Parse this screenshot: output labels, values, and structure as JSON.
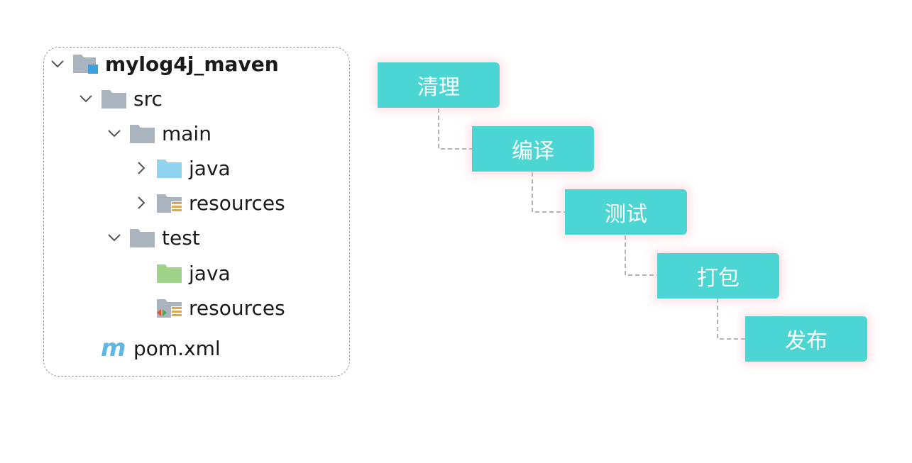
{
  "tree": {
    "root": {
      "label": "mylog4j_maven",
      "icon": "module-folder-icon"
    },
    "items": [
      {
        "label": "src",
        "icon": "folder-icon"
      },
      {
        "label": "main",
        "icon": "folder-icon"
      },
      {
        "label": "java",
        "icon": "source-folder-icon"
      },
      {
        "label": "resources",
        "icon": "resources-folder-icon"
      },
      {
        "label": "test",
        "icon": "folder-icon"
      },
      {
        "label": "java",
        "icon": "test-source-folder-icon"
      },
      {
        "label": "resources",
        "icon": "test-resources-folder-icon"
      },
      {
        "label": "pom.xml",
        "icon": "maven-icon",
        "icon_text": "m"
      }
    ]
  },
  "lifecycle": {
    "steps": [
      {
        "label": "清理"
      },
      {
        "label": "编译"
      },
      {
        "label": "测试"
      },
      {
        "label": "打包"
      },
      {
        "label": "发布"
      }
    ]
  },
  "colors": {
    "step_fill": "#4bd6d3",
    "folder_gray": "#aab4bf",
    "source_blue": "#8fd3ee",
    "test_green": "#9fd38a",
    "maven_blue": "#5db8e8"
  }
}
